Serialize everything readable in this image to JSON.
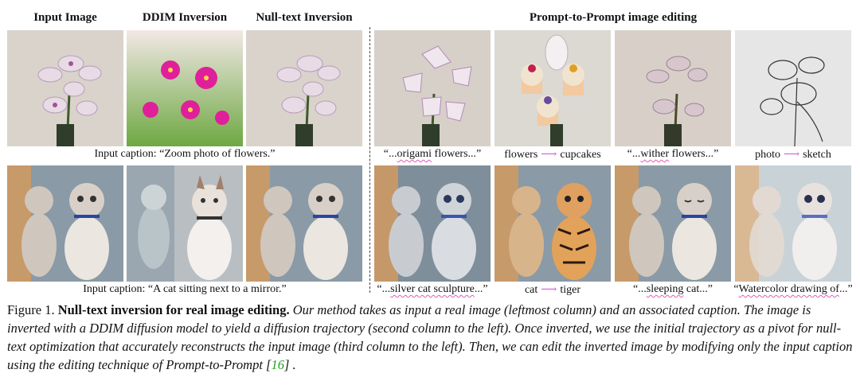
{
  "headers": {
    "input": "Input Image",
    "ddim": "DDIM Inversion",
    "nulltext": "Null-text Inversion",
    "p2p": "Prompt-to-Prompt image editing"
  },
  "row1": {
    "input_caption": "Input caption: “Zoom photo of flowers.”",
    "edits": [
      {
        "pre": "“...",
        "hl": "origami",
        "post": " flowers...”"
      },
      {
        "from": "flowers",
        "arrow": "⟶",
        "to": "cupcakes"
      },
      {
        "pre": "“...",
        "hl": "wither",
        "post": " flowers...”"
      },
      {
        "from": "photo",
        "arrow": "⟶",
        "to": "sketch"
      }
    ]
  },
  "row2": {
    "input_caption": "Input caption: “A cat sitting next to a mirror.”",
    "edits": [
      {
        "pre": "“...",
        "hl": "silver cat sculpture",
        "post": "...”"
      },
      {
        "from": "cat",
        "arrow": "⟶",
        "to": "tiger"
      },
      {
        "pre": "“...",
        "hl": "sleeping",
        "post": " cat...”"
      },
      {
        "pre": "“",
        "hl": "Watercolor drawing of",
        "post": "...”"
      }
    ]
  },
  "figure_caption": {
    "label": "Figure 1.",
    "title": "Null-text inversion for real image editing.",
    "body": "Our method takes as input a real image (leftmost column) and an associated caption. The image is inverted with a DDIM diffusion model to yield a diffusion trajectory (second column to the left). Once inverted, we use the initial trajectory as a pivot for null-text optimization that accurately reconstructs the input image (third column to the left). Then, we can edit the inverted image by modifying only the input caption using the editing technique of Prompt-to-Prompt [",
    "ref": "16",
    "tail": "] ."
  }
}
